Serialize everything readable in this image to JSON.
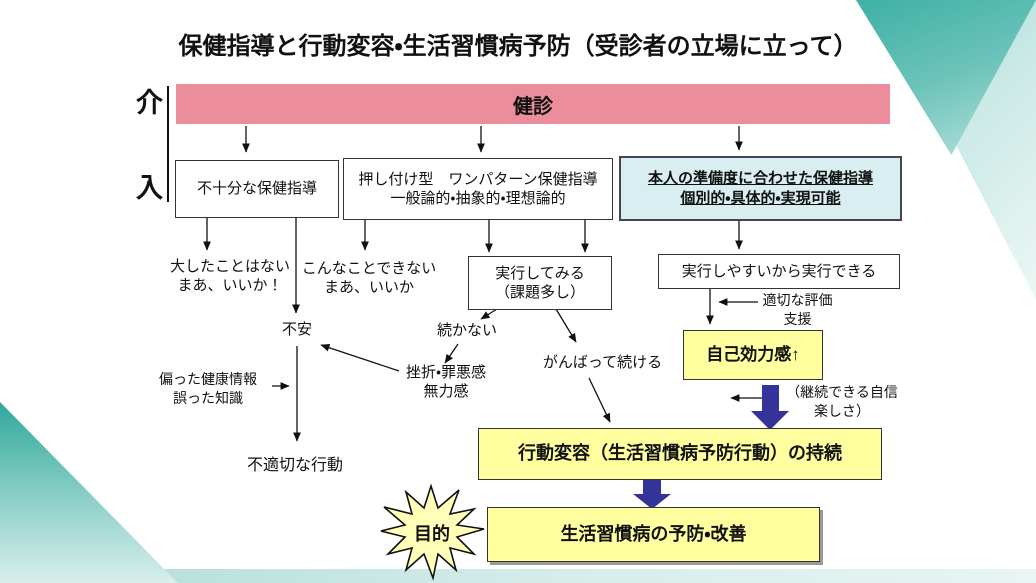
{
  "slide": {
    "title": "保健指導と行動変容・生活習慣病予防（受診者の立場に立って）",
    "intervention": {
      "char1": "介",
      "char2": "入"
    },
    "header": {
      "label": "健診"
    },
    "boxes": {
      "insufficient": {
        "line1": "不十分な保健指導"
      },
      "one_pattern": {
        "line1": "押し付け型　ワンパターン保健指導",
        "line2": "一般論的・抽象的・理想論的"
      },
      "tailored": {
        "line1": "本人の準備度に合わせた保健指導",
        "line2": "個別的・具体的・実現可能"
      },
      "try_it": {
        "line1": "実行してみる",
        "line2": "（課題多し）"
      },
      "easy_to_do": {
        "line1": "実行しやすいから実行できる"
      },
      "self_efficacy": {
        "line1": "自己効力感↑"
      },
      "behavior_change": {
        "line1": "行動変容（生活習慣病予防行動）の持続"
      },
      "prevention": {
        "line1": "生活習慣病の予防・改善"
      }
    },
    "labels": {
      "not_big_deal": {
        "line1": "大したことはない",
        "line2": "まあ、いいか！"
      },
      "cant_do": {
        "line1": "こんなことできない",
        "line2": "まあ、いいか"
      },
      "anxiety": "不安",
      "not_continue": "続かない",
      "eval_support": {
        "line1": "適切な評価",
        "line2": "支援"
      },
      "biased_info": {
        "line1": "偏った健康情報",
        "line2": "誤った知識"
      },
      "setback": {
        "line1": "挫折・罪悪感",
        "line2": "無力感"
      },
      "keep_trying": "がんばって続ける",
      "confidence": {
        "line1": "（継続できる自信",
        "line2": "楽しさ）"
      },
      "inappropriate": "不適切な行動",
      "purpose": "目的"
    },
    "colors": {
      "header_bar_pink": "#EC8D9C",
      "tailored_box_cyan": "#D9EEF0",
      "highlight_yellow": "#FFFFA0",
      "starburst_yellow": "#FFFFB8",
      "thick_arrow_navy": "#333399",
      "corner_teal_dark": "#3FB0A5",
      "corner_teal_light": "#CBE8E4"
    }
  }
}
